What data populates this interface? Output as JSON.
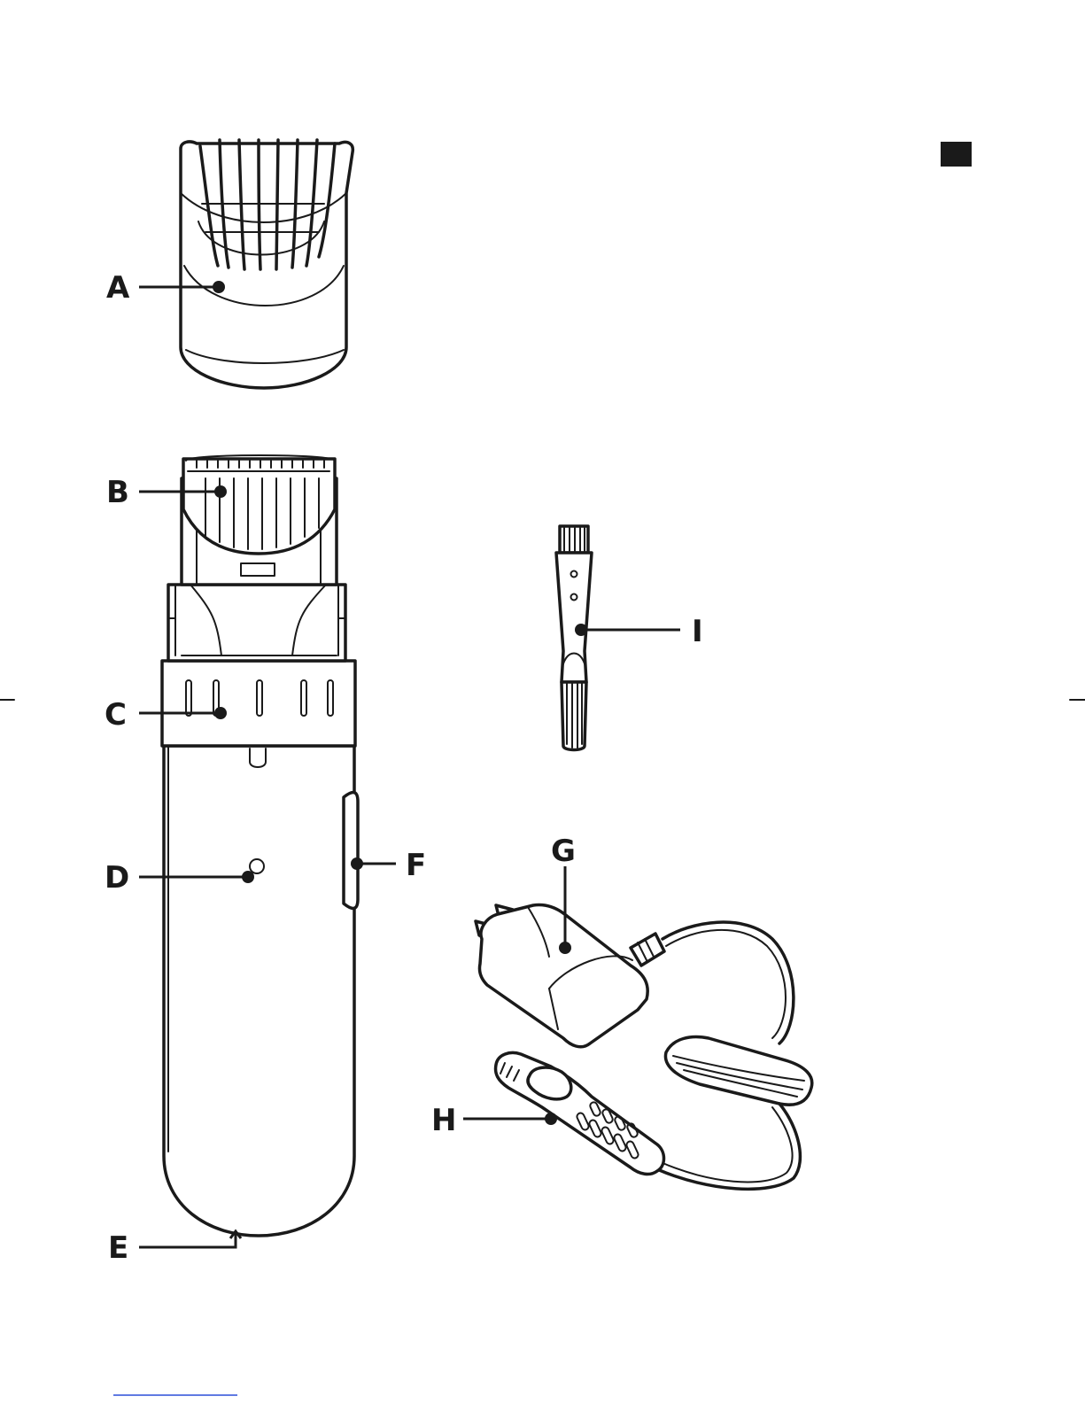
{
  "labels": {
    "A": "A",
    "B": "B",
    "C": "C",
    "D": "D",
    "E": "E",
    "F": "F",
    "G": "G",
    "H": "H",
    "I": "I"
  },
  "colors": {
    "ink": "#1a1a1a",
    "background": "#ffffff",
    "language_tab": "#1a1a1a",
    "underline_link": "#2b4fd8"
  }
}
